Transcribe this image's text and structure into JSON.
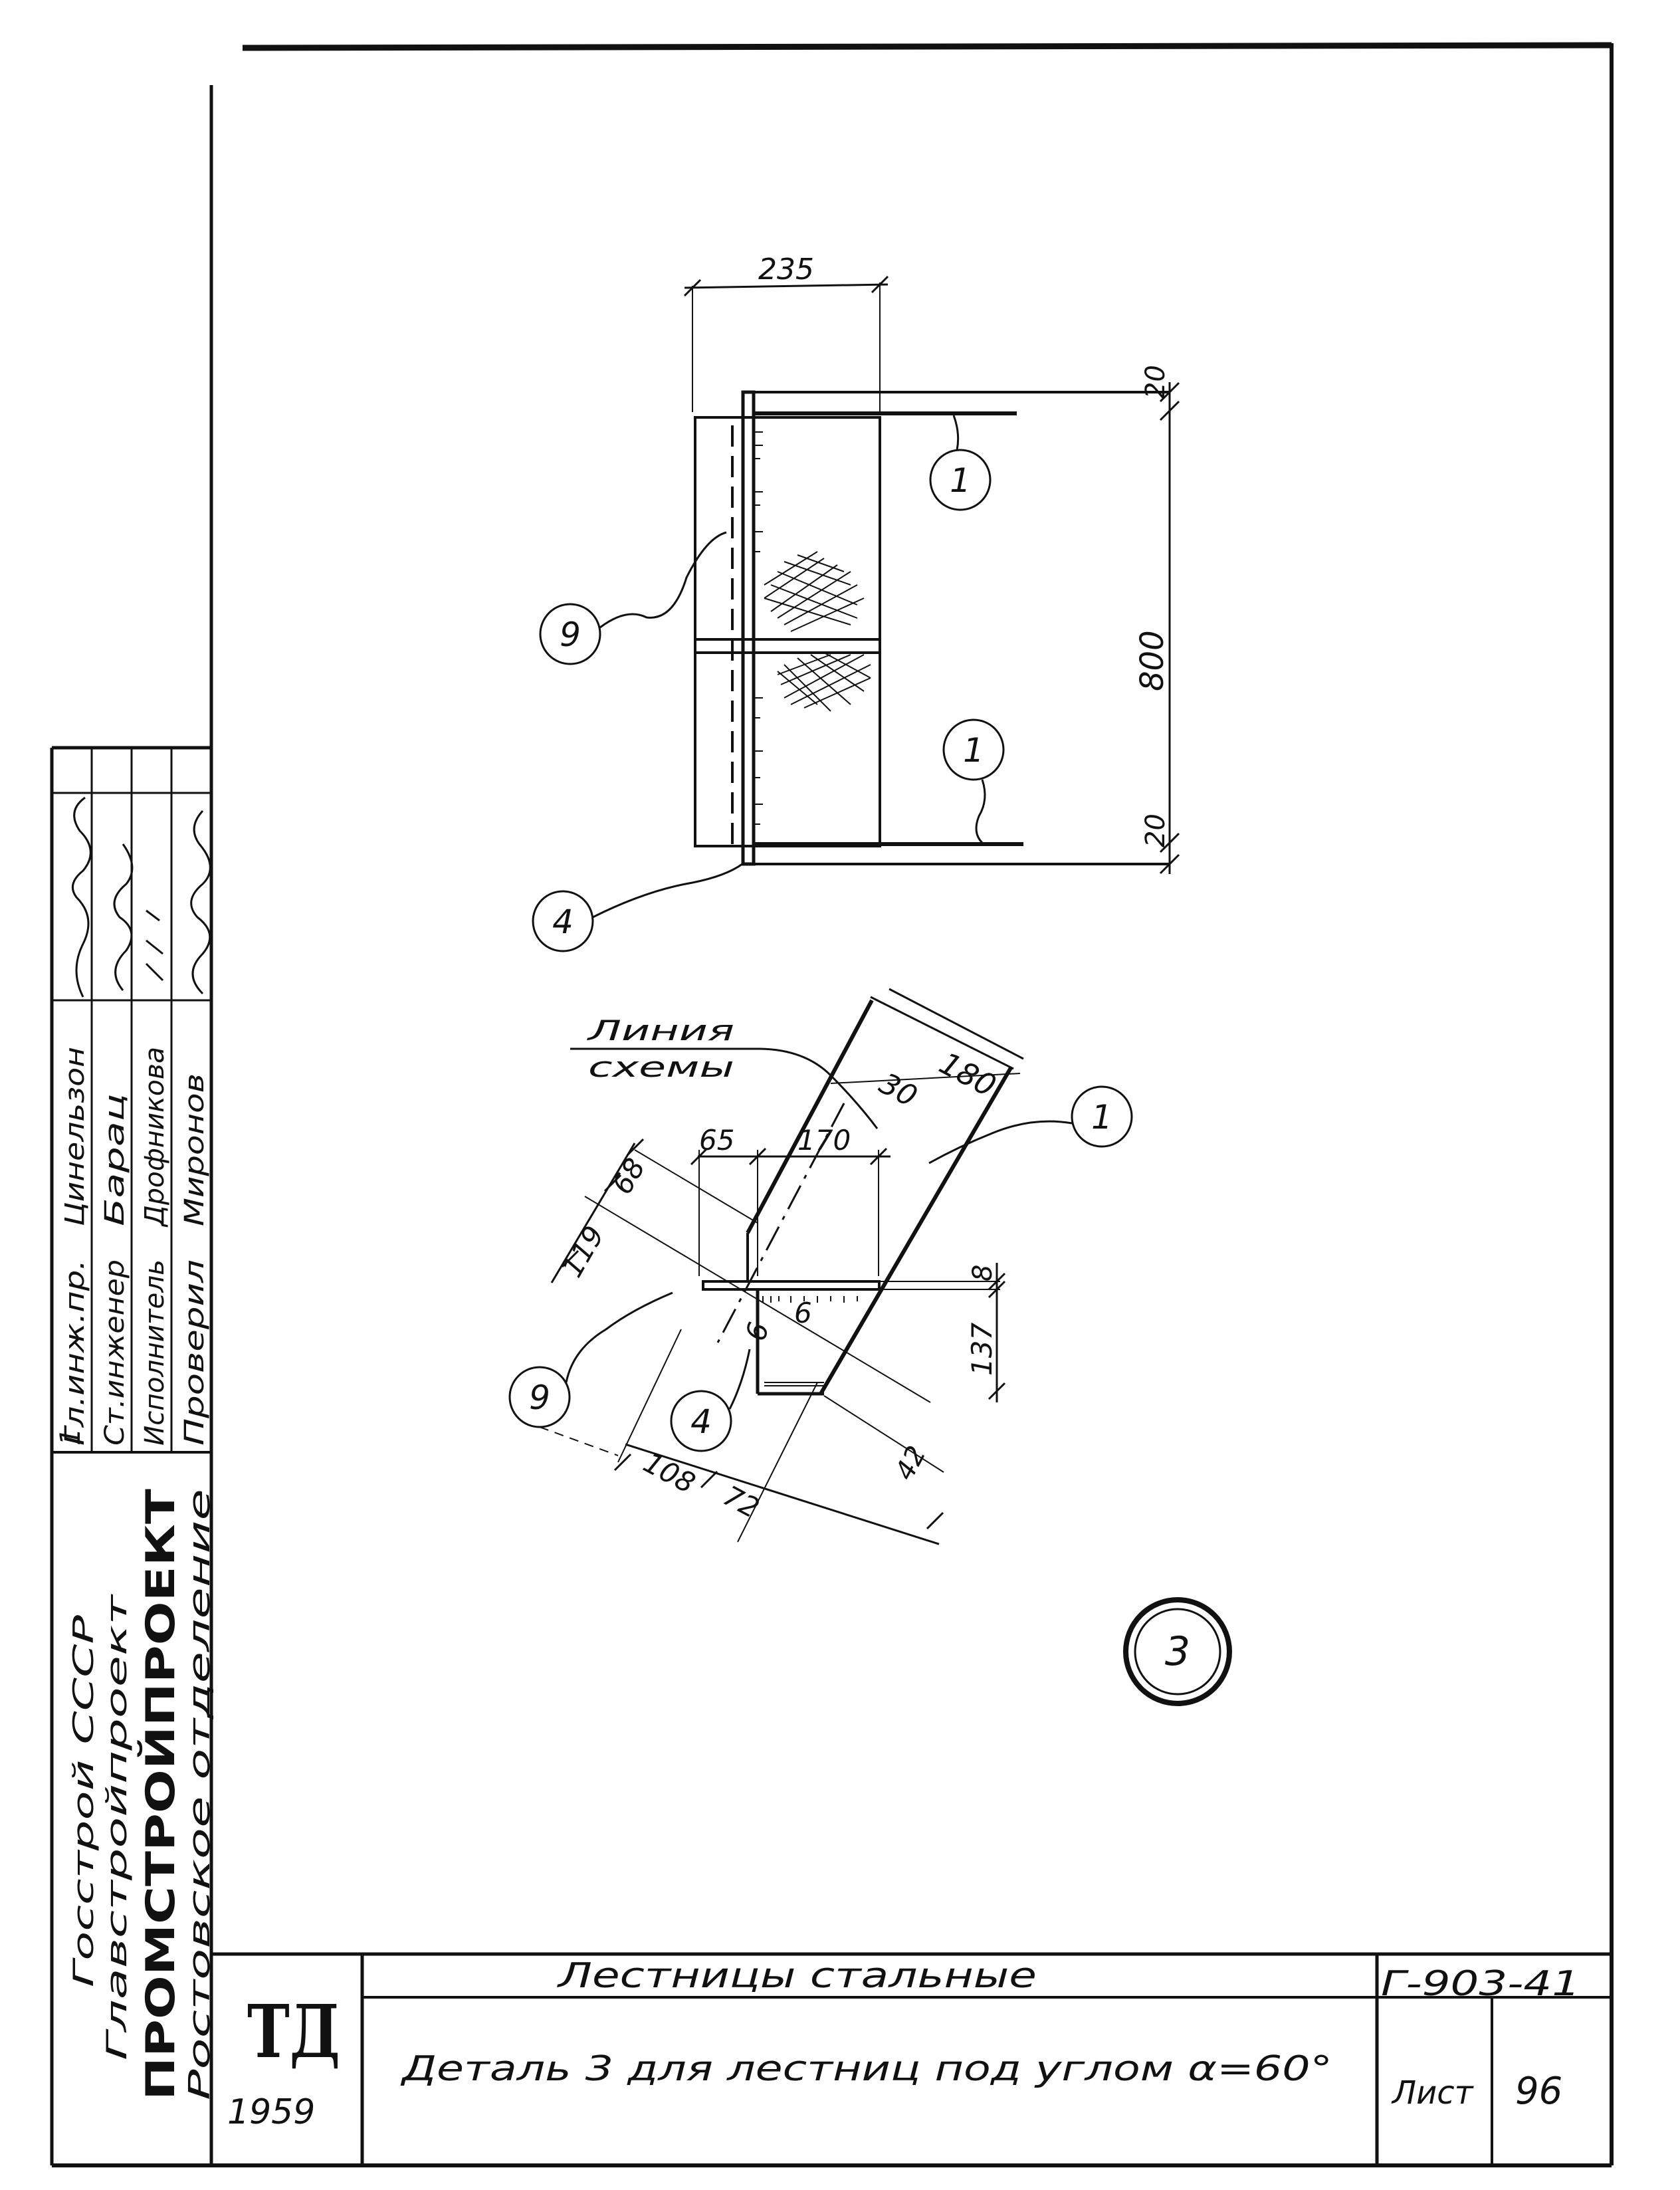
{
  "stamp": {
    "org_line1": "Госстрой СССР",
    "org_line2": "Главстройпроект",
    "org_name": "ПРОМСТРОЙПРОЕКТ",
    "org_line4": "Ростовское отделение",
    "row_num": "1",
    "roles": [
      "Гл.инж.пр.",
      "Ст.инженер",
      "Исполнитель",
      "Проверил"
    ],
    "names": [
      "Цинельзон",
      "Барац",
      "Дрофникова",
      "Миронов"
    ]
  },
  "title_block": {
    "logo": "ТД",
    "year": "1959",
    "title": "Лестницы стальные",
    "subtitle": "Деталь 3 для лестниц под углом α=60°",
    "code": "Г-903-41",
    "sheet_label": "Лист",
    "sheet_number": "96"
  },
  "detail_number": "3",
  "view_top": {
    "dims": [
      "235",
      "800",
      "20",
      "20"
    ],
    "callouts": [
      "1",
      "1",
      "9",
      "4"
    ]
  },
  "view_section": {
    "label_line1": "Линия",
    "label_line2": "схемы",
    "dims": [
      "180",
      "30",
      "65",
      "170",
      "68",
      "119",
      "8",
      "137",
      "108",
      "72",
      "42"
    ],
    "welds": [
      "6",
      "6"
    ],
    "callouts": [
      "1",
      "9",
      "4"
    ]
  }
}
